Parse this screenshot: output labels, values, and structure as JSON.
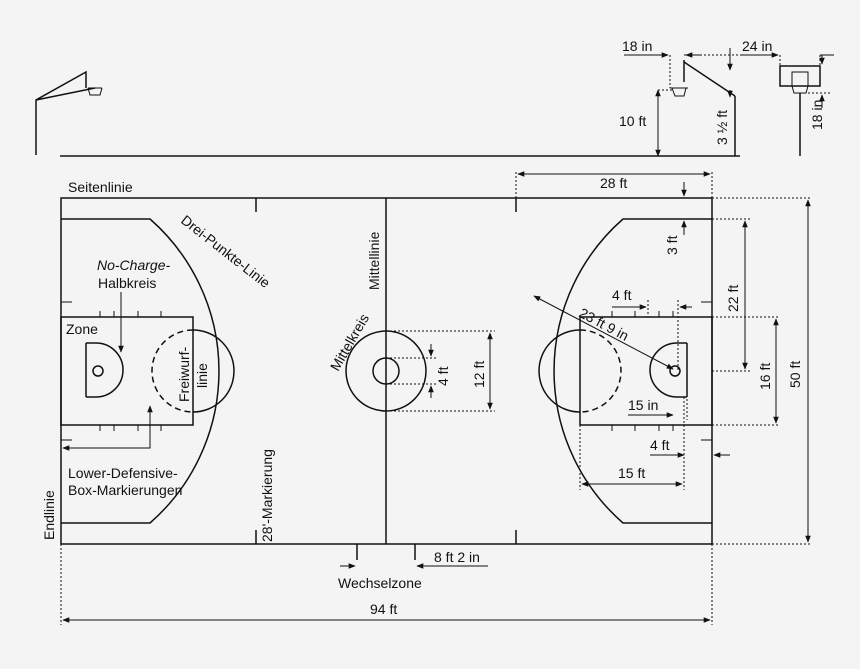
{
  "labels": {
    "seitenlinie": "Seitenlinie",
    "drei_punkte_linie": "Drei-Punkte-Linie",
    "mittellinie": "Mittellinie",
    "mittelkreis": "Mittelkreis",
    "no_charge": "No-Charge-",
    "halbkreis": "Halbkreis",
    "zone": "Zone",
    "freiwurf": "Freiwurf-",
    "linie": "linie",
    "lower_def_1": "Lower-Defensive-",
    "lower_def_2": "Box-Markierungen",
    "endlinie": "Endlinie",
    "markierung_28": "28'-Markierung",
    "wechselzone": "Wechselzone"
  },
  "dimensions": {
    "d18in_top": "18 in",
    "d24in": "24 in",
    "d10ft": "10 ft",
    "d3half": "3 ½ ft",
    "d18in_right": "18 in",
    "d28ft": "28 ft",
    "d3ft": "3 ft",
    "d22ft": "22 ft",
    "d50ft": "50 ft",
    "d4ft_top": "4 ft",
    "d23ft9in": "23 ft 9 in",
    "d16ft": "16 ft",
    "d4ft_center": "4 ft",
    "d12ft": "12 ft",
    "d15in": "15 in",
    "d4ft_bottom": "4 ft",
    "d15ft": "15 ft",
    "d8ft2in": "8 ft 2 in",
    "d94ft": "94 ft"
  }
}
